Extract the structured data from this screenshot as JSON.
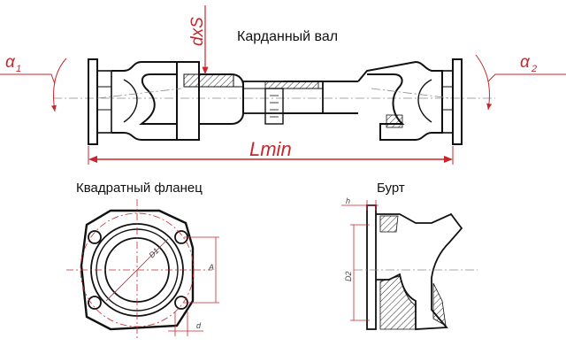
{
  "titles": {
    "shaft": "Карданный вал",
    "flange": "Квадратный фланец",
    "collar": "Бурт"
  },
  "dimensions": {
    "alpha1": "α",
    "alpha1_sub": "1",
    "alpha2": "α",
    "alpha2_sub": "2",
    "dxs": "dxS",
    "lmin": "Lmin",
    "d1": "D1",
    "a": "A",
    "d": "d",
    "h": "h",
    "d2": "D2"
  },
  "colors": {
    "accent": "#c8262c",
    "line": "#111111",
    "centerline": "#8a8a8a"
  }
}
